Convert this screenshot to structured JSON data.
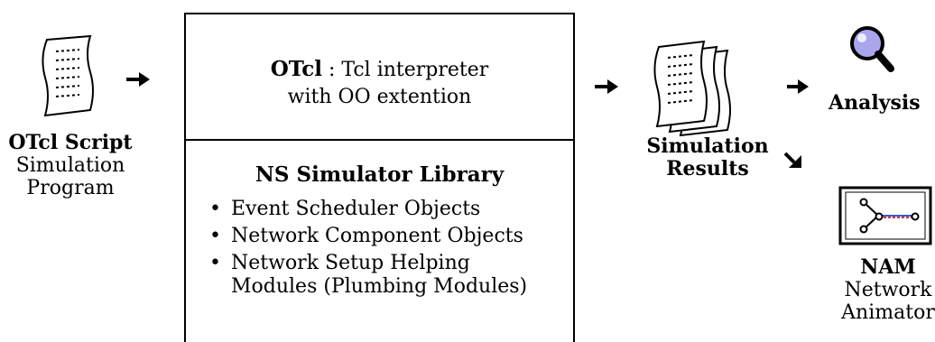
{
  "otcl_script": {
    "title": "OTcl Script",
    "line1": "Simulation",
    "line2": "Program"
  },
  "interpreter": {
    "title": "OTcl",
    "desc": " : Tcl interpreter",
    "line2": "with OO extention"
  },
  "library": {
    "title": "NS Simulator Library",
    "bullet": "•",
    "items": [
      {
        "text": "Event Scheduler Objects"
      },
      {
        "text": "Network Component Objects"
      },
      {
        "text": "Network Setup Helping",
        "text2": "Modules (Plumbing Modules)"
      }
    ]
  },
  "results": {
    "line1": "Simulation",
    "line2": "Results"
  },
  "analysis": {
    "label": "Analysis"
  },
  "nam": {
    "title": "NAM",
    "line1": "Network",
    "line2": "Animator"
  },
  "icons": {
    "script": "document-icon",
    "results": "documents-stack-icon",
    "analysis": "magnifier-icon",
    "nam": "network-graph-icon"
  },
  "colors": {
    "magnifier_lens": "#a9a6ee",
    "graph_red": "#d63a3a",
    "graph_blue": "#3a5ad6"
  }
}
